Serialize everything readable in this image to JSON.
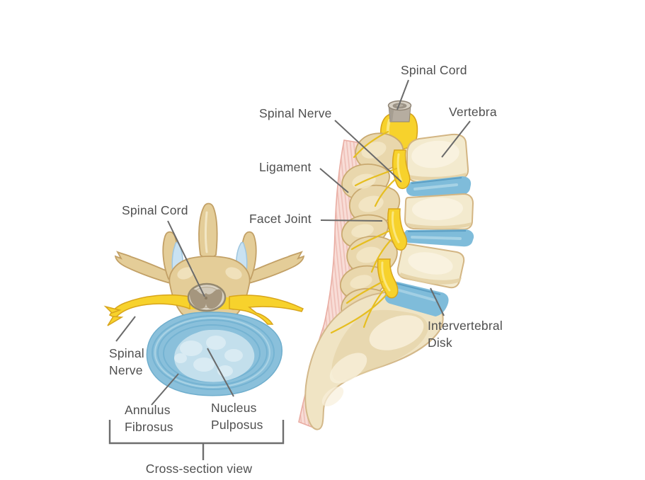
{
  "diagram": {
    "background": "#FFFFFF",
    "text_color": "#4F4F4F",
    "leader_color": "#6A6A6A",
    "colors": {
      "bone_cream": "#F3EACE",
      "bone_tan": "#E4CD98",
      "disk_blue": "#7FBCDA",
      "nucleus_blue": "#C3DFEC",
      "nerve_yellow": "#F7D22C",
      "ligament_pink": "#F8DDD7",
      "spinal_cord_gray": "#D8D1C3",
      "facet_blue": "#C9E2F2"
    },
    "lateral_view": {
      "labels": {
        "spinal_cord": "Spinal Cord",
        "vertebra": "Vertebra",
        "spinal_nerve": "Spinal Nerve",
        "ligament": "Ligament",
        "facet_joint": "Facet Joint",
        "intervertebral_disk_line1": "Intervertebral",
        "intervertebral_disk_line2": "Disk"
      }
    },
    "cross_section_view": {
      "labels": {
        "spinal_cord": "Spinal Cord",
        "spinal_nerve_line1": "Spinal",
        "spinal_nerve_line2": "Nerve",
        "annulus_fibrosus_line1": "Annulus",
        "annulus_fibrosus_line2": "Fibrosus",
        "nucleus_pulposus_line1": "Nucleus",
        "nucleus_pulposus_line2": "Pulposus"
      },
      "caption": "Cross-section view"
    }
  }
}
